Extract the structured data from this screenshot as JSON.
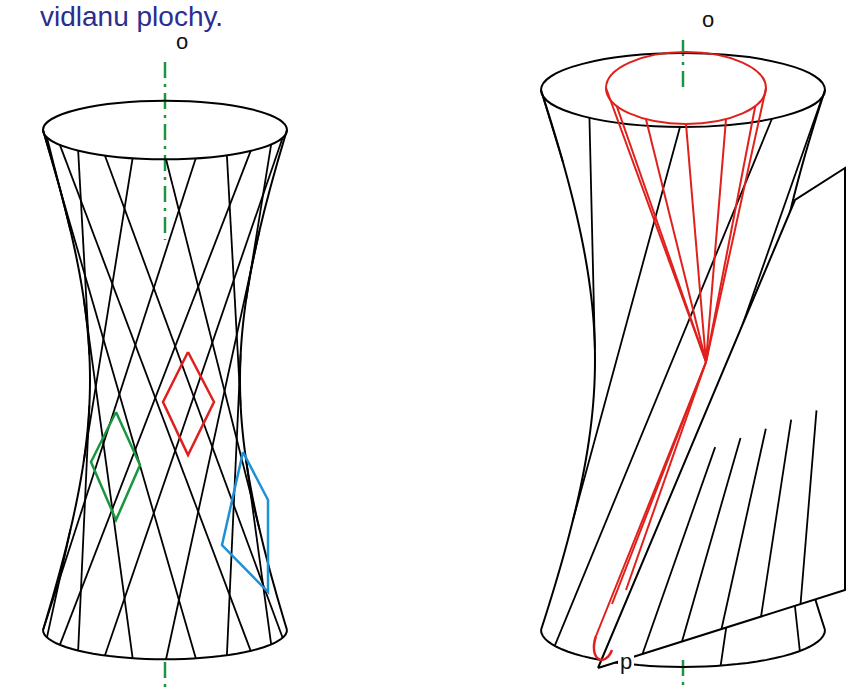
{
  "diagram": {
    "title": "vidlanu plochy.",
    "labels": [
      "o",
      "o",
      "p"
    ]
  }
}
